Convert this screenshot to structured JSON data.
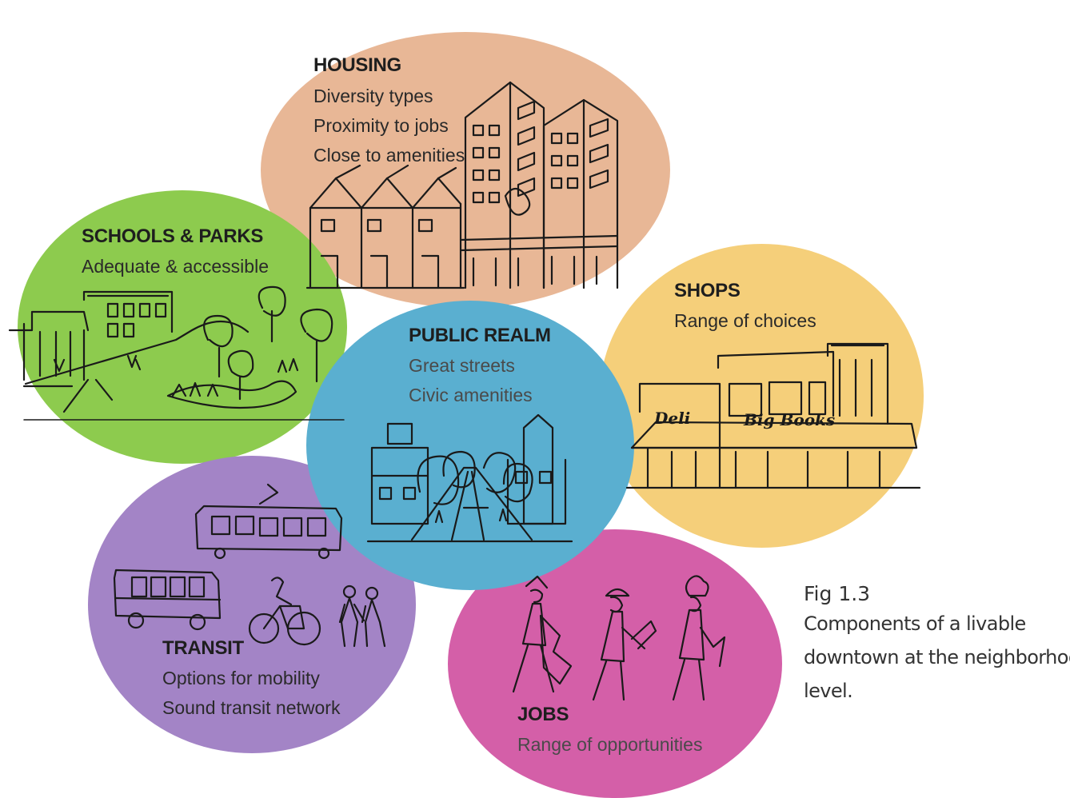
{
  "colors": {
    "housing": "#e8b796",
    "schools_parks": "#8dcb4e",
    "public_realm": "#5aafd0",
    "shops": "#f5cf7a",
    "transit": "#a384c6",
    "jobs": "#d45fa8",
    "ink": "#1a1a1a"
  },
  "housing": {
    "title": "HOUSING",
    "lines": [
      "Diversity types",
      "Proximity to jobs",
      "Close to amenities"
    ],
    "icon": "apartment-buildings-sketch"
  },
  "schools_parks": {
    "title": "SCHOOLS & PARKS",
    "lines": [
      "Adequate & accessible"
    ],
    "icon": "school-and-park-sketch"
  },
  "public_realm": {
    "title": "PUBLIC REALM",
    "lines": [
      "Great streets",
      "Civic amenities"
    ],
    "icon": "tree-lined-street-sketch"
  },
  "shops": {
    "title": "SHOPS",
    "lines": [
      "Range of choices"
    ],
    "icon": "storefront-sketch",
    "sign_deli": "Deli",
    "sign_big": "Big Books"
  },
  "transit": {
    "title": "TRANSIT",
    "lines": [
      "Options for mobility",
      "Sound transit network"
    ],
    "icon": "streetcar-bus-bike-sketch"
  },
  "jobs": {
    "title": "JOBS",
    "lines": [
      "Range of opportunities"
    ],
    "icon": "workers-sketch"
  },
  "caption": {
    "figure": "Fig 1.3",
    "lines": [
      "Components of a livable",
      "downtown at the neighborhood",
      "level."
    ]
  }
}
